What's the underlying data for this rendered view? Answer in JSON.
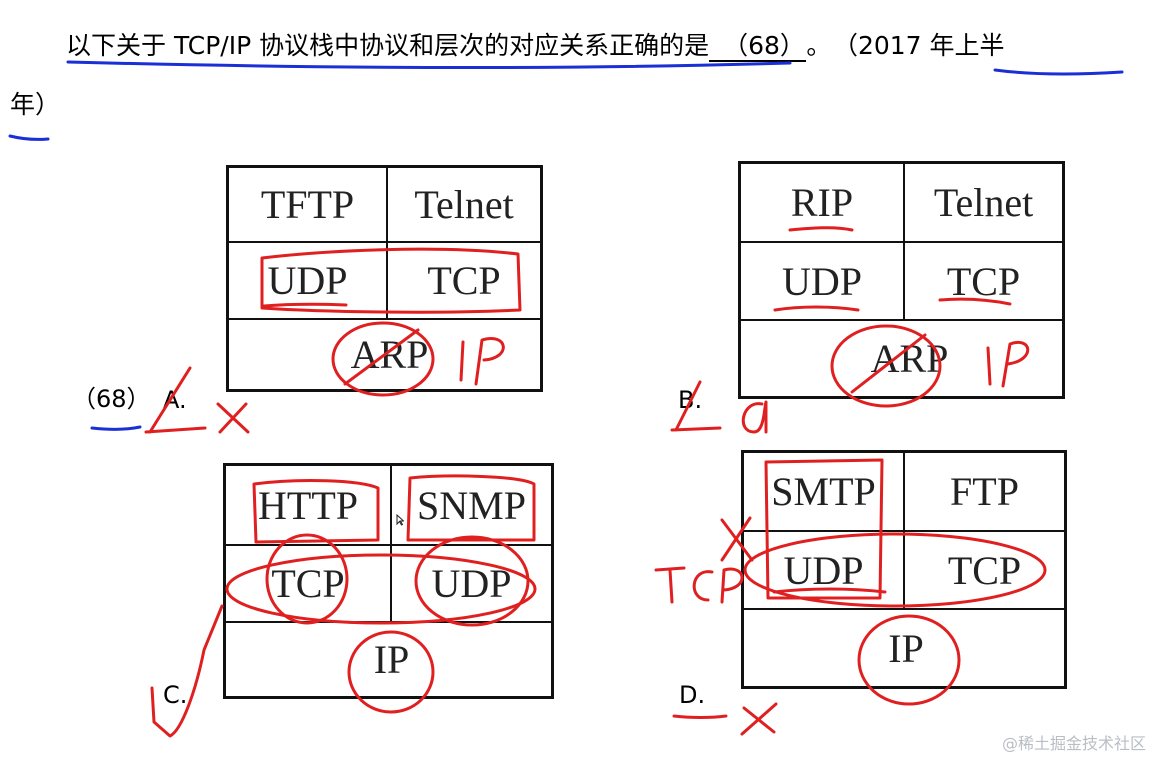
{
  "question": {
    "line1_text": "以下关于 TCP/IP 协议栈中协议和层次的对应关系正确的是",
    "blank": "（68）",
    "period": "。",
    "source_start": "（2017 年上半",
    "source_end": "年）"
  },
  "options": {
    "a": {
      "qnum": "（68）",
      "label": "A.",
      "row1": [
        "TFTP",
        "Telnet"
      ],
      "row2": [
        "UDP",
        "TCP"
      ],
      "row3": "ARP"
    },
    "b": {
      "label": "B.",
      "row1": [
        "RIP",
        "Telnet"
      ],
      "row2": [
        "UDP",
        "TCP"
      ],
      "row3": "ARP"
    },
    "c": {
      "label": "C.",
      "row1": [
        "HTTP",
        "SNMP"
      ],
      "row2": [
        "TCP",
        "UDP"
      ],
      "row3": "IP"
    },
    "d": {
      "label": "D.",
      "row1": [
        "SMTP",
        "FTP"
      ],
      "row2": [
        "UDP",
        "TCP"
      ],
      "row3": "IP"
    }
  },
  "annotations": {
    "handwritten": [
      "IP",
      "IP",
      "TCP"
    ],
    "pen_red": "#e02020",
    "pen_blue": "#1a2fd6"
  },
  "watermark": "@稀土掘金技术社区"
}
